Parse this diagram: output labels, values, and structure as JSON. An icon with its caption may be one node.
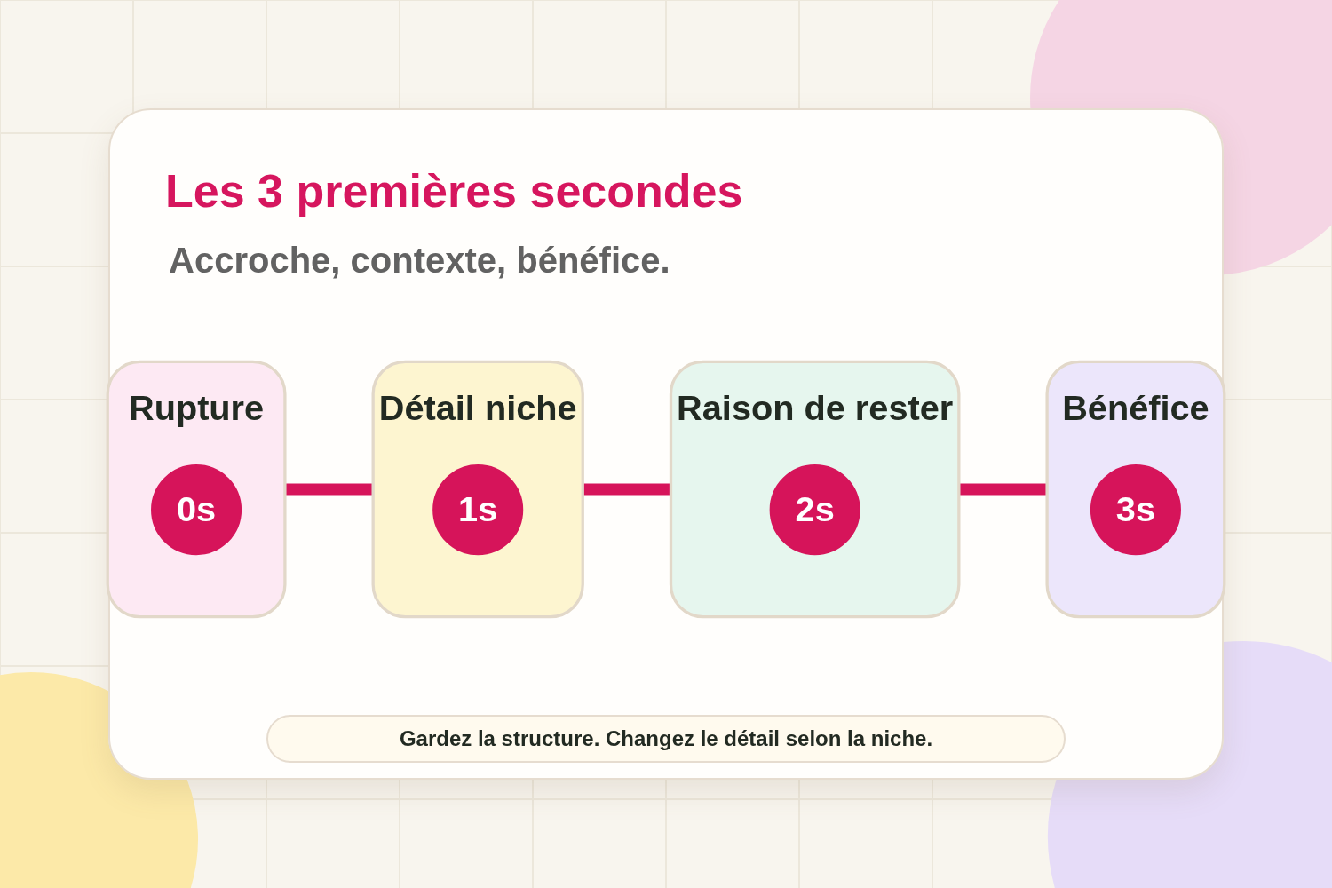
{
  "diagram": {
    "title": "Les 3 premières secondes",
    "caption": "Gardez la structure. Changez le détail selon la niche.",
    "nodes": [
      {
        "text": [
          "Rupture"
        ]
      },
      {
        "text": [
          "0s"
        ],
        "in": 0
      },
      {
        "text": [
          "Détail niche"
        ]
      },
      {
        "text": [
          "1s"
        ],
        "in": 2
      },
      {
        "text": [
          "Raison de rester"
        ]
      },
      {
        "text": [
          "2s"
        ],
        "in": 4
      },
      {
        "text": [
          "Bénéfice"
        ]
      },
      {
        "text": [
          "3s"
        ],
        "in": 6
      }
    ],
    "edges": [
      {
        "from": 0,
        "to": 2,
        "arrow": "none"
      },
      {
        "from": 2,
        "to": 4,
        "arrow": "none"
      },
      {
        "from": 4,
        "to": 6,
        "arrow": "none"
      }
    ],
    "labels": [
      "Accroche, contexte, bénéfice."
    ]
  }
}
